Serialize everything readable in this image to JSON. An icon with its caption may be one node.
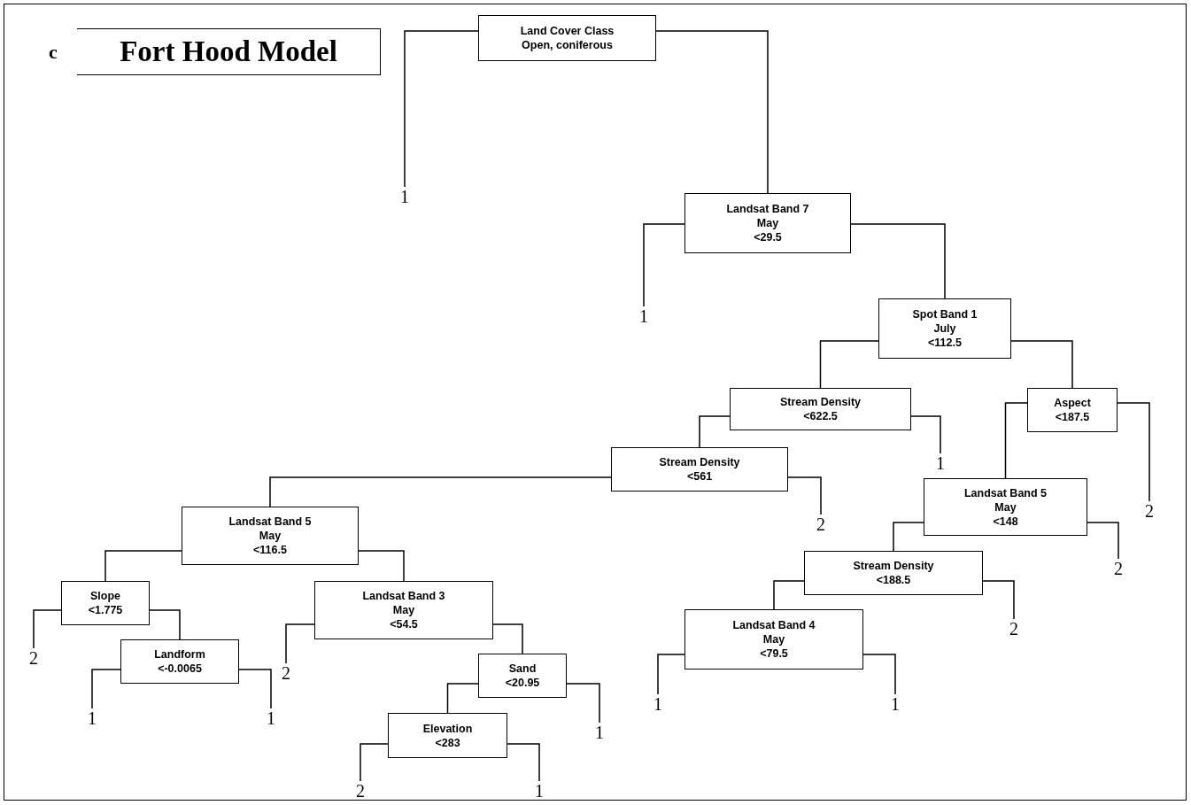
{
  "diagram": {
    "title": "Fort Hood Model",
    "nodes": [
      {
        "text": [
          "Land Cover Class",
          "Open, coniferous"
        ]
      },
      {
        "text": [
          "1"
        ]
      },
      {
        "text": [
          "Landsat Band 7",
          "May",
          "<29.5"
        ]
      },
      {
        "text": [
          "1"
        ]
      },
      {
        "text": [
          "Spot Band 1",
          "July",
          "<112.5"
        ]
      },
      {
        "text": [
          "Stream Density",
          "<622.5"
        ]
      },
      {
        "text": [
          "Aspect",
          "<187.5"
        ]
      },
      {
        "text": [
          "Stream Density",
          "<561"
        ]
      },
      {
        "text": [
          "1"
        ]
      },
      {
        "text": [
          "Landsat Band 5",
          "May",
          "<148"
        ]
      },
      {
        "text": [
          "Landsat Band 5",
          "May",
          "<116.5"
        ]
      },
      {
        "text": [
          "2"
        ]
      },
      {
        "text": [
          "2"
        ]
      },
      {
        "text": [
          "Stream Density",
          "<188.5"
        ]
      },
      {
        "text": [
          "2"
        ]
      },
      {
        "text": [
          "Slope",
          "<1.775"
        ]
      },
      {
        "text": [
          "Landsat Band 3",
          "May",
          "<54.5"
        ]
      },
      {
        "text": [
          "Landsat Band 4",
          "May",
          "<79.5"
        ]
      },
      {
        "text": [
          "2"
        ]
      },
      {
        "text": [
          "Landform",
          "<-0.0065"
        ]
      },
      {
        "text": [
          "Sand",
          "<20.95"
        ]
      },
      {
        "text": [
          "2"
        ]
      },
      {
        "text": [
          "2"
        ]
      },
      {
        "text": [
          "1"
        ]
      },
      {
        "text": [
          "1"
        ]
      },
      {
        "text": [
          "Elevation",
          "<283"
        ]
      },
      {
        "text": [
          "1"
        ]
      },
      {
        "text": [
          "1"
        ]
      },
      {
        "text": [
          "1"
        ]
      },
      {
        "text": [
          "2"
        ]
      },
      {
        "text": [
          "1"
        ]
      }
    ],
    "edges": [
      {
        "from": 0,
        "to": 1,
        "arrow": "none"
      },
      {
        "from": 0,
        "to": 2,
        "arrow": "none"
      },
      {
        "from": 2,
        "to": 3,
        "arrow": "none"
      },
      {
        "from": 2,
        "to": 4,
        "arrow": "none"
      },
      {
        "from": 4,
        "to": 5,
        "arrow": "none"
      },
      {
        "from": 4,
        "to": 6,
        "arrow": "none"
      },
      {
        "from": 5,
        "to": 7,
        "arrow": "none"
      },
      {
        "from": 5,
        "to": 8,
        "arrow": "none"
      },
      {
        "from": 6,
        "to": 9,
        "arrow": "none"
      },
      {
        "from": 6,
        "to": 11,
        "arrow": "none"
      },
      {
        "from": 7,
        "to": 10,
        "arrow": "none"
      },
      {
        "from": 7,
        "to": 12,
        "arrow": "none"
      },
      {
        "from": 9,
        "to": 13,
        "arrow": "none"
      },
      {
        "from": 9,
        "to": 14,
        "arrow": "none"
      },
      {
        "from": 10,
        "to": 15,
        "arrow": "none"
      },
      {
        "from": 10,
        "to": 16,
        "arrow": "none"
      },
      {
        "from": 13,
        "to": 17,
        "arrow": "none"
      },
      {
        "from": 13,
        "to": 18,
        "arrow": "none"
      },
      {
        "from": 15,
        "to": 21,
        "arrow": "none"
      },
      {
        "from": 15,
        "to": 19,
        "arrow": "none"
      },
      {
        "from": 16,
        "to": 22,
        "arrow": "none"
      },
      {
        "from": 16,
        "to": 20,
        "arrow": "none"
      },
      {
        "from": 17,
        "to": 23,
        "arrow": "none"
      },
      {
        "from": 17,
        "to": 24,
        "arrow": "none"
      },
      {
        "from": 19,
        "to": 26,
        "arrow": "none"
      },
      {
        "from": 19,
        "to": 27,
        "arrow": "none"
      },
      {
        "from": 20,
        "to": 25,
        "arrow": "none"
      },
      {
        "from": 20,
        "to": 28,
        "arrow": "none"
      },
      {
        "from": 25,
        "to": 29,
        "arrow": "none"
      },
      {
        "from": 25,
        "to": 30,
        "arrow": "none"
      }
    ],
    "labels": [
      "c"
    ]
  }
}
